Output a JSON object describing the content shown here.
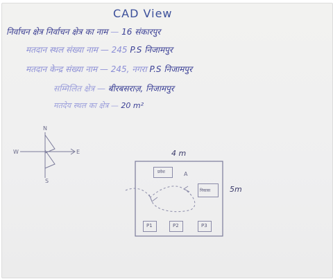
{
  "title": "CAD View",
  "lines": [
    {
      "label": "निर्वाचन क्षेत्र निर्वाचन क्षेत्र का नाम",
      "value": "16 संकारपुर"
    },
    {
      "label": "मतदान स्थल संख्या नाम",
      "prefix": "245",
      "value": "P.S निजामपुर"
    },
    {
      "label": "मतदान केन्द्र संख्या नाम",
      "prefix": "245, नगरा",
      "value": "P.S निजामपुर"
    },
    {
      "label": "सम्मिलित क्षेत्र",
      "value": "बीरबसराज़, निजामपुर"
    },
    {
      "label": "मतदेय स्थल का क्षेत्र",
      "value": "20 m²"
    }
  ],
  "compass": {
    "n": "N",
    "s": "S",
    "w": "W",
    "e": "E"
  },
  "floor_plan": {
    "width_label": "4 m",
    "height_label": "5m",
    "entry_label": "प्रवेश",
    "office_label": "निकास",
    "arrow_label": "A",
    "booths": [
      "P1",
      "P2",
      "P3"
    ]
  },
  "colors": {
    "ink_dark": "#3a3f95",
    "ink_light": "#8c8fd6",
    "pencil": "#8a8aa8"
  }
}
